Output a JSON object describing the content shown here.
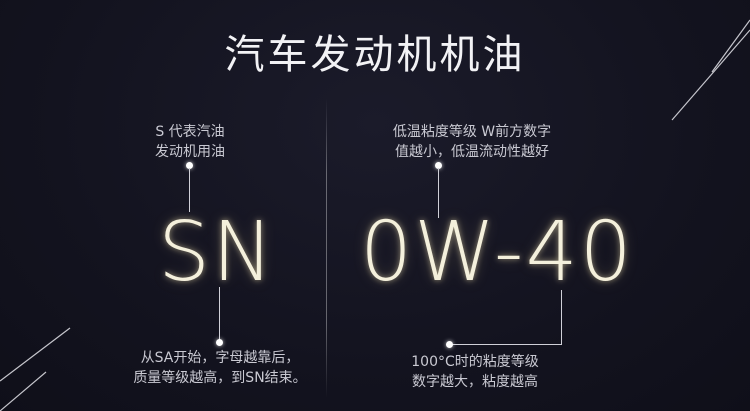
{
  "title": "汽车发动机机油",
  "left": {
    "big_text": "SN",
    "top_note": [
      "S 代表汽油",
      "发动机用油"
    ],
    "bottom_note": [
      "从SA开始，字母越靠后，",
      "质量等级越高，到SN结束。"
    ]
  },
  "right": {
    "big_text": "0W-40",
    "top_note": [
      "低温粘度等级 W前方数字",
      "值越小，低温流动性越好"
    ],
    "bottom_note": [
      "100°C时的粘度等级",
      "数字越大，粘度越高"
    ]
  },
  "colors": {
    "background": "#13131f",
    "text": "#d9d9e0",
    "glow": "#f4f0dc"
  }
}
